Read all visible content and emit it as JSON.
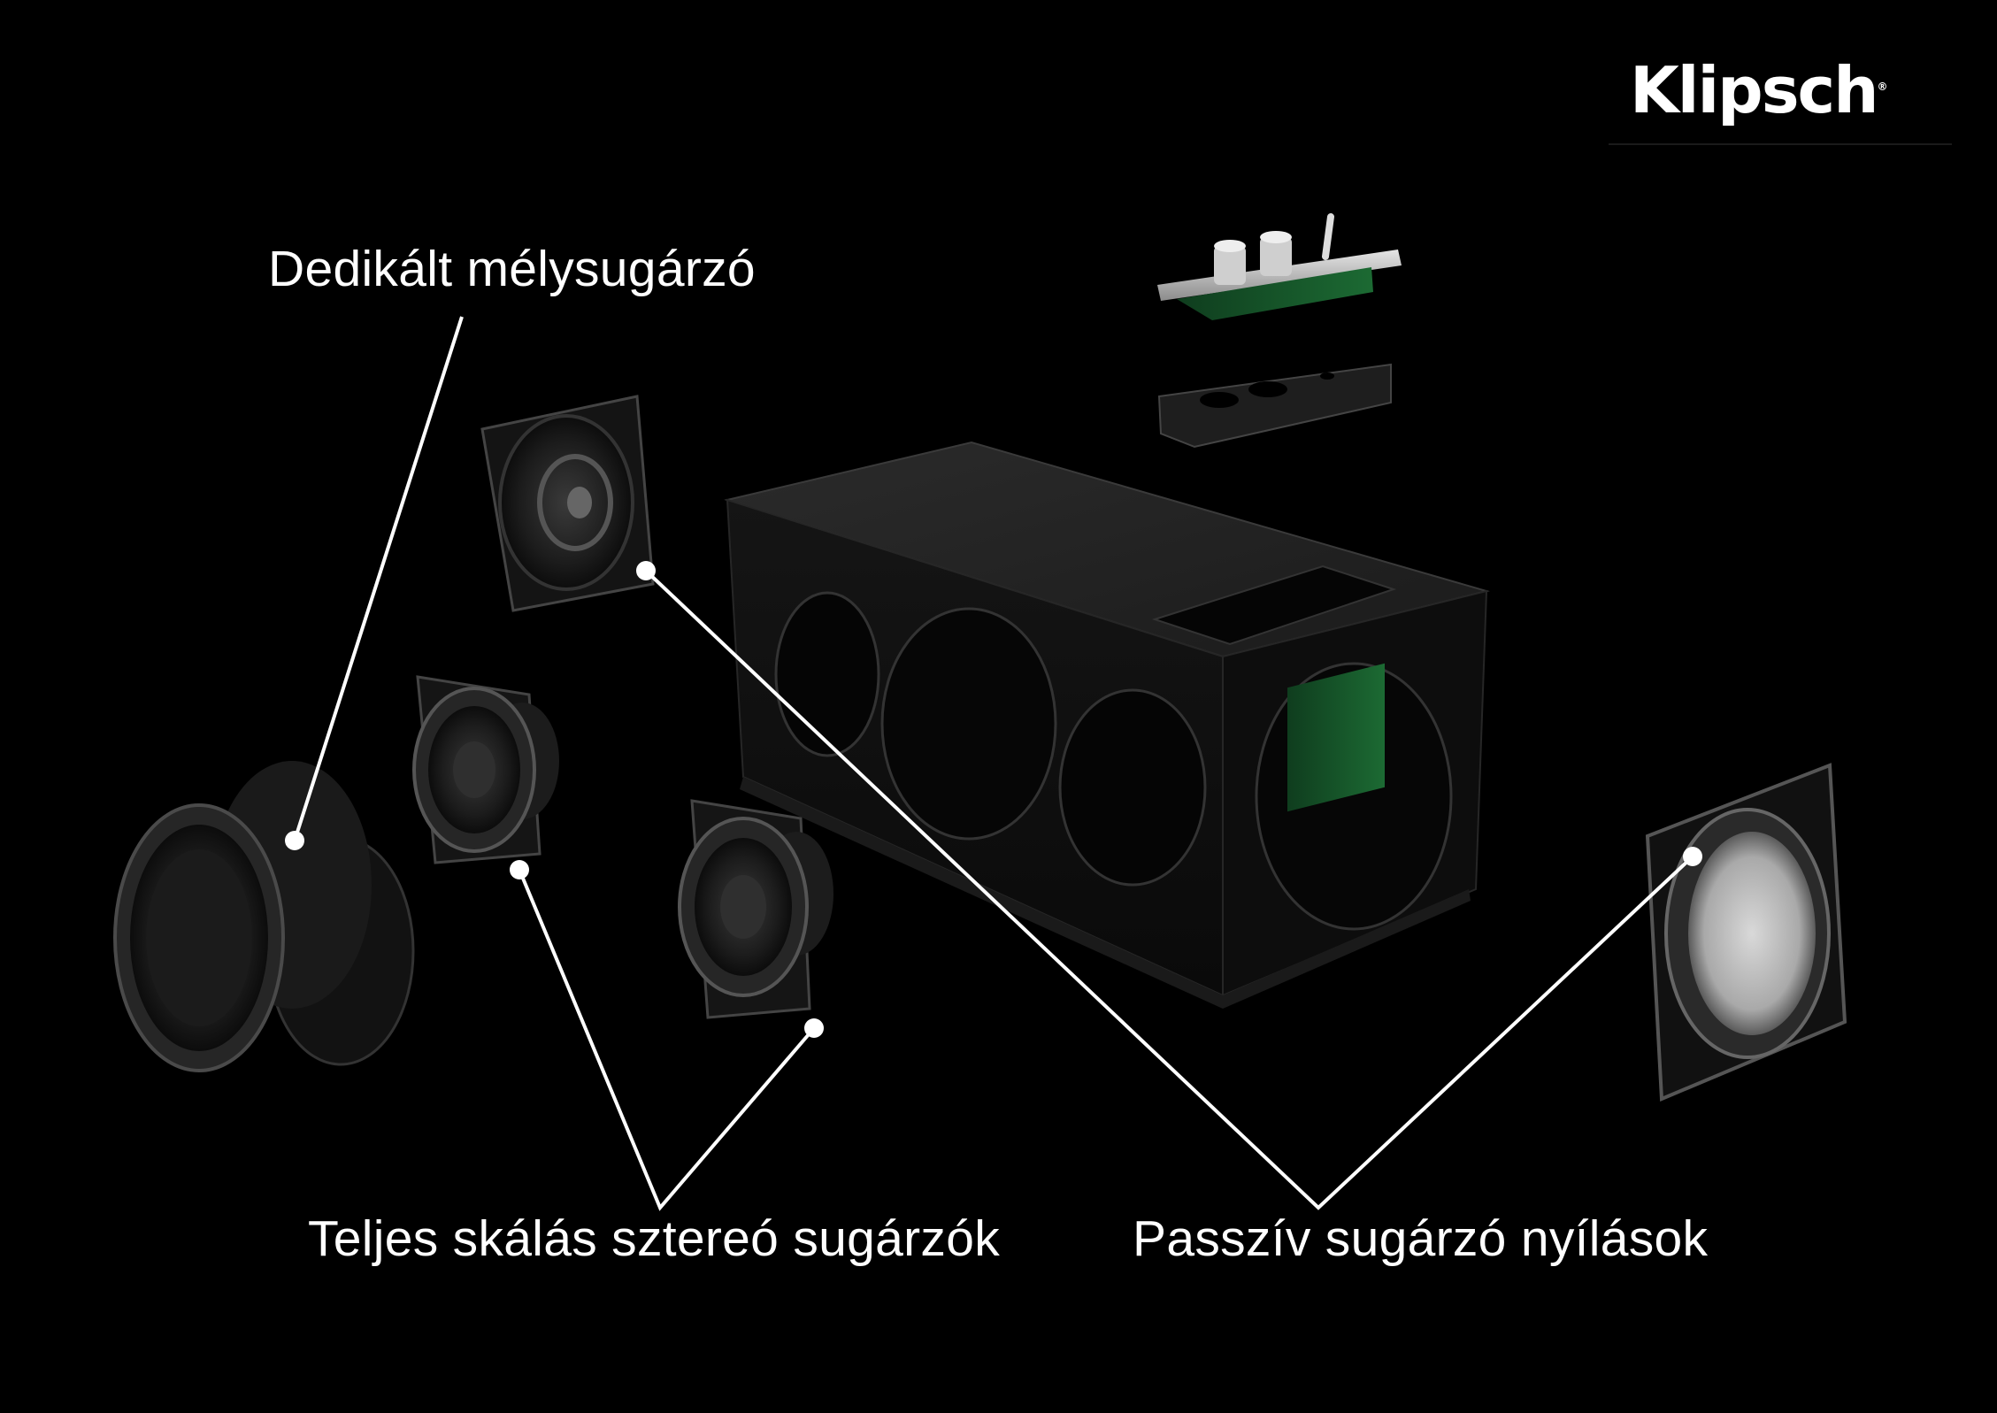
{
  "brand": {
    "logo": "Klipsch",
    "logo_mark": "®"
  },
  "callouts": {
    "subwoofer": "Dedikált mélysugárzó",
    "stereo_drivers": "Teljes skálás sztereó sugárzók",
    "passive_radiators": "Passzív sugárzó nyílások"
  },
  "colors": {
    "background": "#000000",
    "text": "#ffffff",
    "leader_lines": "#ffffff"
  }
}
